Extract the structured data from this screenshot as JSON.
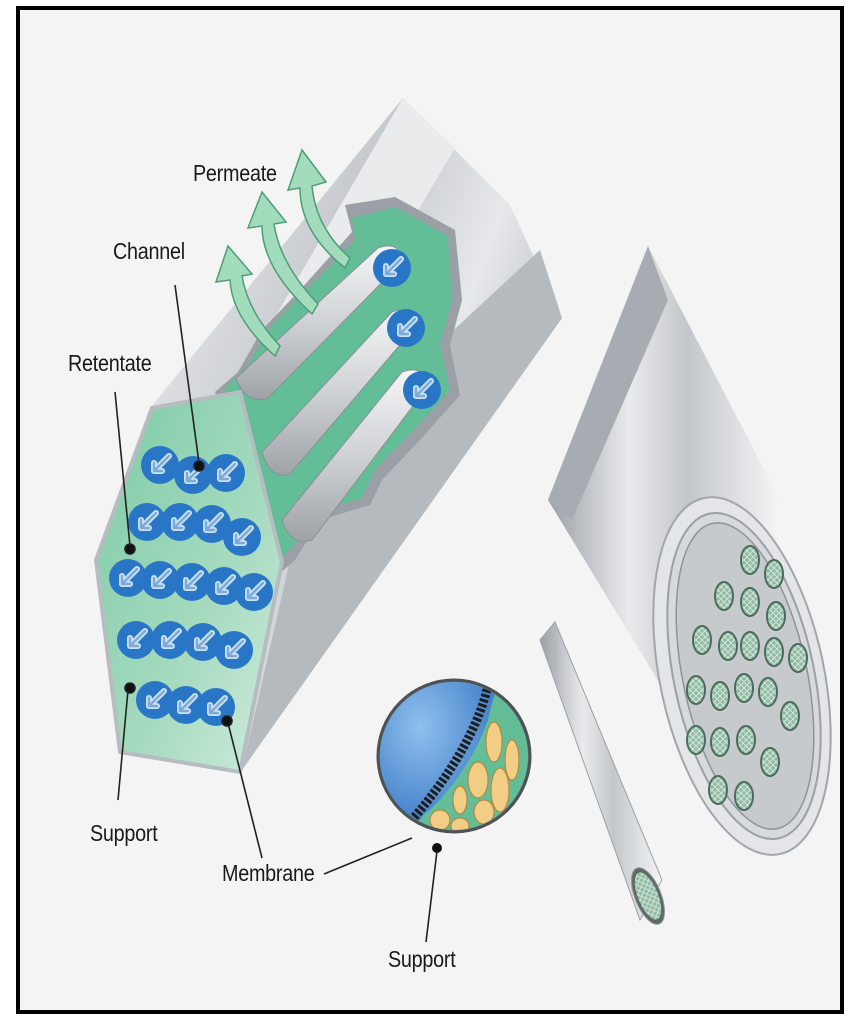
{
  "labels": {
    "permeate": "Permeate",
    "channel": "Channel",
    "retentate": "Retentate",
    "support_left": "Support",
    "membrane": "Membrane",
    "support_bottom": "Support"
  },
  "colors": {
    "frame_background": "#f4f4f4",
    "steel": "#c9cdd1",
    "channel_blue": "#2a76c6",
    "membrane_green": "#63bd96",
    "support_tan": "#f2cd86",
    "arrow_green": "#9fdcbb"
  }
}
